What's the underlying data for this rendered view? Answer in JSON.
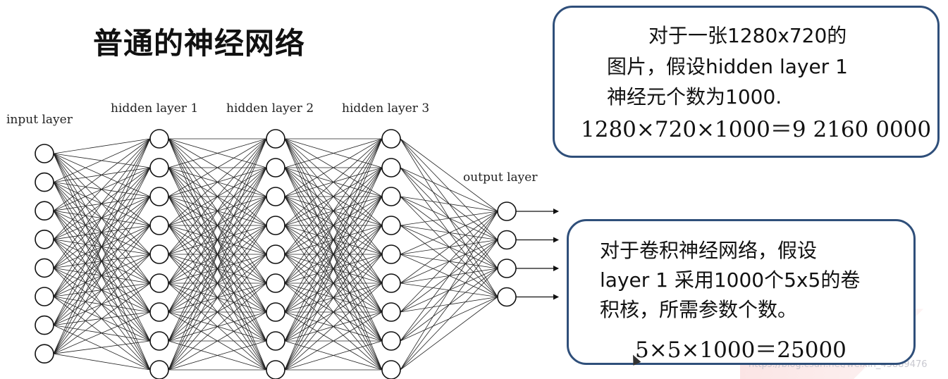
{
  "title": "普通的神经网络",
  "network": {
    "layer_labels": {
      "input": "input layer",
      "hidden1": "hidden layer 1",
      "hidden2": "hidden layer 2",
      "hidden3": "hidden layer 3",
      "output": "output layer"
    },
    "neurons_per_layer": [
      8,
      9,
      9,
      9,
      4
    ]
  },
  "box1": {
    "line1": "对于一张1280x720的",
    "line2": "图片，假设hidden layer 1",
    "line3": "神经元个数为1000.",
    "equation": "1280×720×1000＝9 2160 0000"
  },
  "box2": {
    "line1": "对于卷积神经网络，假设",
    "line2": "layer 1 采用1000个5x5的卷",
    "line3": "积核，所需参数个数。",
    "equation": "5×5×1000＝25000"
  },
  "watermark": "https://blog.csdn.net/weixin_43889476",
  "colors": {
    "box_border": "#2f4f7a",
    "text": "#111111"
  }
}
